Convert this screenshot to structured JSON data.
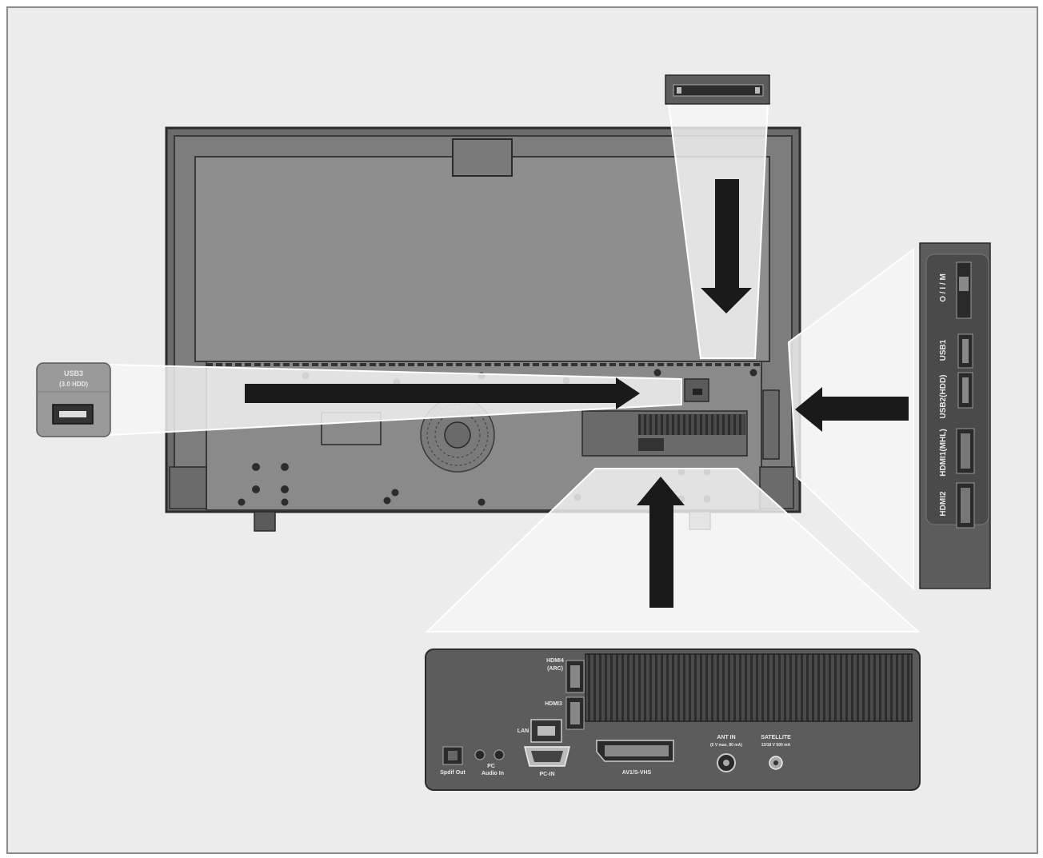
{
  "colors": {
    "background": "#ececec",
    "tv_body": "#6b6b6b",
    "tv_panel": "#8e8e8e",
    "side_panel": "#5c5c5c",
    "arrow": "#1a1a1a",
    "callout": "#f5f5f5"
  },
  "side_usb": {
    "label_line1": "USB3",
    "label_line2": "(3.0 HDD)"
  },
  "side_panel": {
    "switch_label": "O / I / M",
    "usb1": "USB1",
    "usb2": "USB2(HDD)",
    "hdmi1": "HDMI1(MHL)",
    "hdmi2": "HDMI2"
  },
  "bottom_panel": {
    "hdmi4_line1": "HDMI4",
    "hdmi4_line2": "(ARC)",
    "hdmi3": "HDMI3",
    "lan": "LAN",
    "spdif": "Spdif Out",
    "pc_audio_line1": "PC",
    "pc_audio_line2": "Audio In",
    "pc_in": "PC-IN",
    "scart": "AV1/S-VHS",
    "ant_in": "ANT IN",
    "ant_in_sub": "(5 V max. 80 mA)",
    "satellite": "SATELLITE",
    "satellite_sub": "13/18 V 500 mA"
  }
}
